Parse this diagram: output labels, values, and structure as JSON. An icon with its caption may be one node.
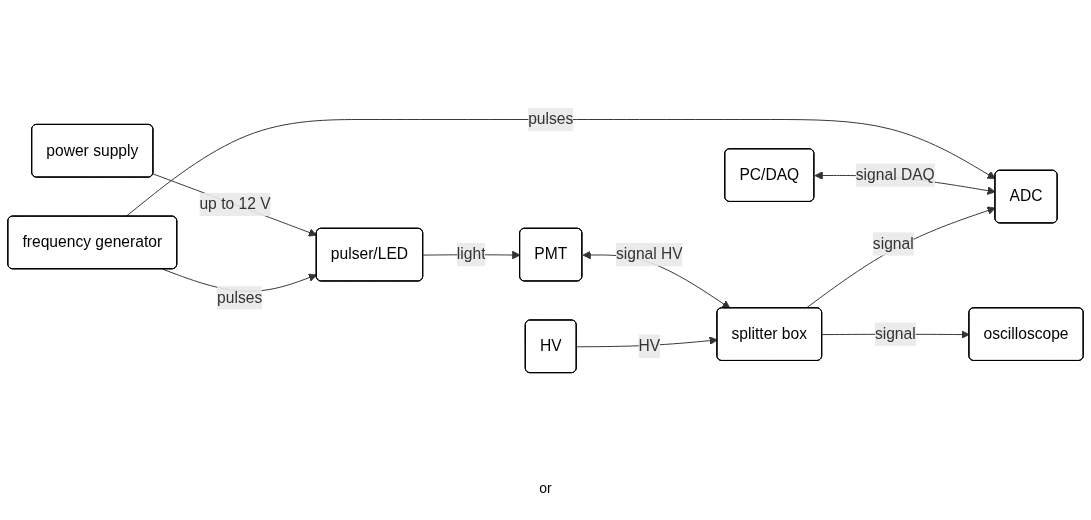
{
  "diagram": {
    "nodes": [
      {
        "text": [
          "power supply"
        ]
      },
      {
        "text": [
          "frequency generator"
        ]
      },
      {
        "text": [
          "pulser/LED"
        ]
      },
      {
        "text": [
          "PMT"
        ]
      },
      {
        "text": [
          "PC/DAQ"
        ]
      },
      {
        "text": [
          "ADC"
        ]
      },
      {
        "text": [
          "splitter box"
        ]
      },
      {
        "text": [
          "oscilloscope"
        ]
      },
      {
        "text": [
          "HV"
        ]
      }
    ],
    "edges": [
      {
        "from": 0,
        "to": 2,
        "arrow": "to",
        "label": "up to 12 V"
      },
      {
        "from": 1,
        "to": 2,
        "arrow": "to",
        "label": "pulses"
      },
      {
        "from": 2,
        "to": 3,
        "arrow": "to",
        "label": "light"
      },
      {
        "from": 1,
        "to": 5,
        "arrow": "to",
        "label": "pulses"
      },
      {
        "from": 4,
        "to": 5,
        "arrow": "both",
        "label": "signal DAQ"
      },
      {
        "from": 6,
        "to": 5,
        "arrow": "to",
        "label": "signal"
      },
      {
        "from": 6,
        "to": 7,
        "arrow": "to",
        "label": "signal"
      },
      {
        "from": 3,
        "to": 6,
        "arrow": "both",
        "label": "signal HV"
      },
      {
        "from": 8,
        "to": 6,
        "arrow": "to",
        "label": "HV"
      }
    ],
    "labels": [
      "or"
    ]
  }
}
